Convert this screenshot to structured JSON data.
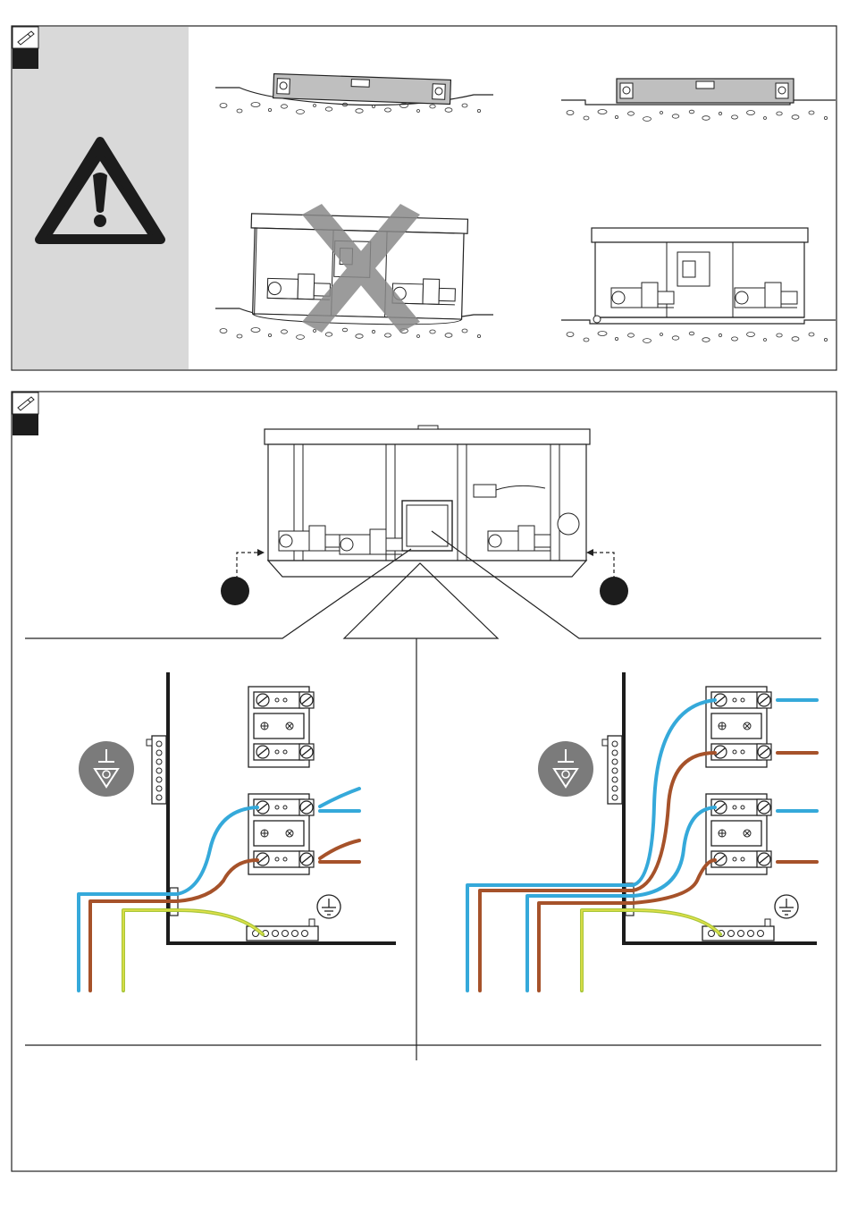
{
  "colors": {
    "warning_panel_bg": "#d9d9d9",
    "blue_wire": "#35a9da",
    "brown_wire": "#a6522a",
    "earth_wire_green": "#a8c63a",
    "earth_wire_yellow": "#e4e24a",
    "equipotential_badge": "#7b7b7b",
    "step_marker": "#1c1c1c",
    "rejected_cross": "#8a8a8a"
  },
  "icons": {
    "note_icon": "pencil-icon",
    "warning_icon": "warning-triangle-icon",
    "equipotential_icon": "equipotential-symbol-icon",
    "earth_icon": "earth-ground-icon",
    "reject_icon": "cross-icon"
  },
  "section_top": {
    "incorrect_examples": [
      "spirit-level-on-uneven-ground",
      "spa-on-uneven-ground"
    ],
    "correct_examples": [
      "spirit-level-on-flat-ground",
      "spa-on-flat-ground"
    ]
  },
  "section_bottom": {
    "overview": "spa-cabinet-side-view",
    "wiring_variants": [
      {
        "blue_conductors": 1,
        "brown_conductors": 1,
        "earth_conductors": 1
      },
      {
        "blue_conductors": 2,
        "brown_conductors": 2,
        "earth_conductors": 1
      }
    ]
  }
}
